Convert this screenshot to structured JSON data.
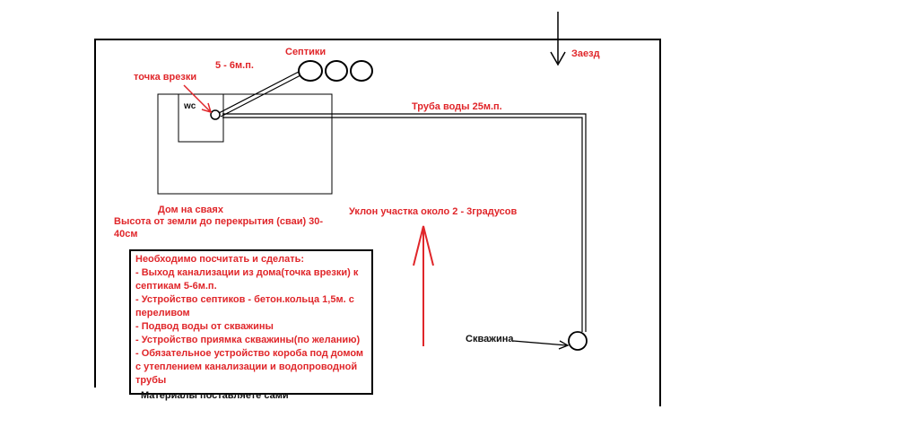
{
  "labels": {
    "entrance": "Заезд",
    "septic_tanks": "Септики",
    "septic_length": "5 - 6м.п.",
    "tie_in_point": "точка врезки",
    "wc": "wc",
    "water_pipe": "Труба воды 25м.п.",
    "house_on_piles": "Дом на сваях",
    "house_height": "Высота от земли до перекрытия (сваи) 30-40см",
    "slope": "Уклон участка около 2 - 3градусов",
    "well": "Скважина"
  },
  "note": {
    "title": "Необходимо посчитать и сделать:",
    "items": [
      "- Выход канализации из дома(точка врезки) к септикам 5-6м.п.",
      "- Устройство септиков - бетон.кольца 1,5м. с переливом",
      "- Подвод воды от скважины",
      "- Устройство приямка скважины(по желанию)",
      "- Обязательное устройство короба под домом с утеплением канализации и водопроводной трубы"
    ],
    "materials": "Материалы поставляете сами"
  },
  "colors": {
    "accent": "#e0262a",
    "line": "#000000"
  }
}
